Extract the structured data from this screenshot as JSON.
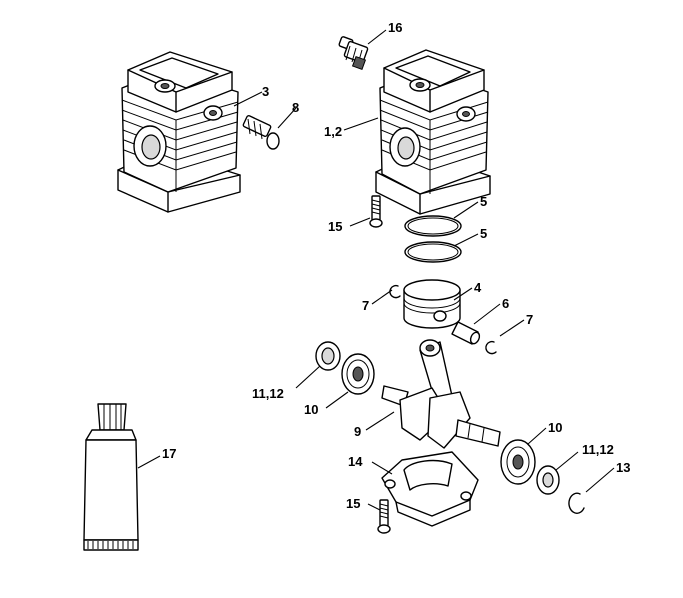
{
  "callouts": [
    {
      "id": "c16a",
      "text": "16"
    },
    {
      "id": "c3",
      "text": "3"
    },
    {
      "id": "c8",
      "text": "8"
    },
    {
      "id": "c12a",
      "text": "1,2"
    },
    {
      "id": "c5a",
      "text": "5"
    },
    {
      "id": "c15a",
      "text": "15"
    },
    {
      "id": "c5b",
      "text": "5"
    },
    {
      "id": "c4",
      "text": "4"
    },
    {
      "id": "c7a",
      "text": "7"
    },
    {
      "id": "c6",
      "text": "6"
    },
    {
      "id": "c7b",
      "text": "7"
    },
    {
      "id": "c1112a",
      "text": "11,12"
    },
    {
      "id": "c10a",
      "text": "10"
    },
    {
      "id": "c9",
      "text": "9"
    },
    {
      "id": "c10b",
      "text": "10"
    },
    {
      "id": "c1112b",
      "text": "11,12"
    },
    {
      "id": "c17",
      "text": "17"
    },
    {
      "id": "c14",
      "text": "14"
    },
    {
      "id": "c13",
      "text": "13"
    },
    {
      "id": "c15b",
      "text": "15"
    }
  ]
}
